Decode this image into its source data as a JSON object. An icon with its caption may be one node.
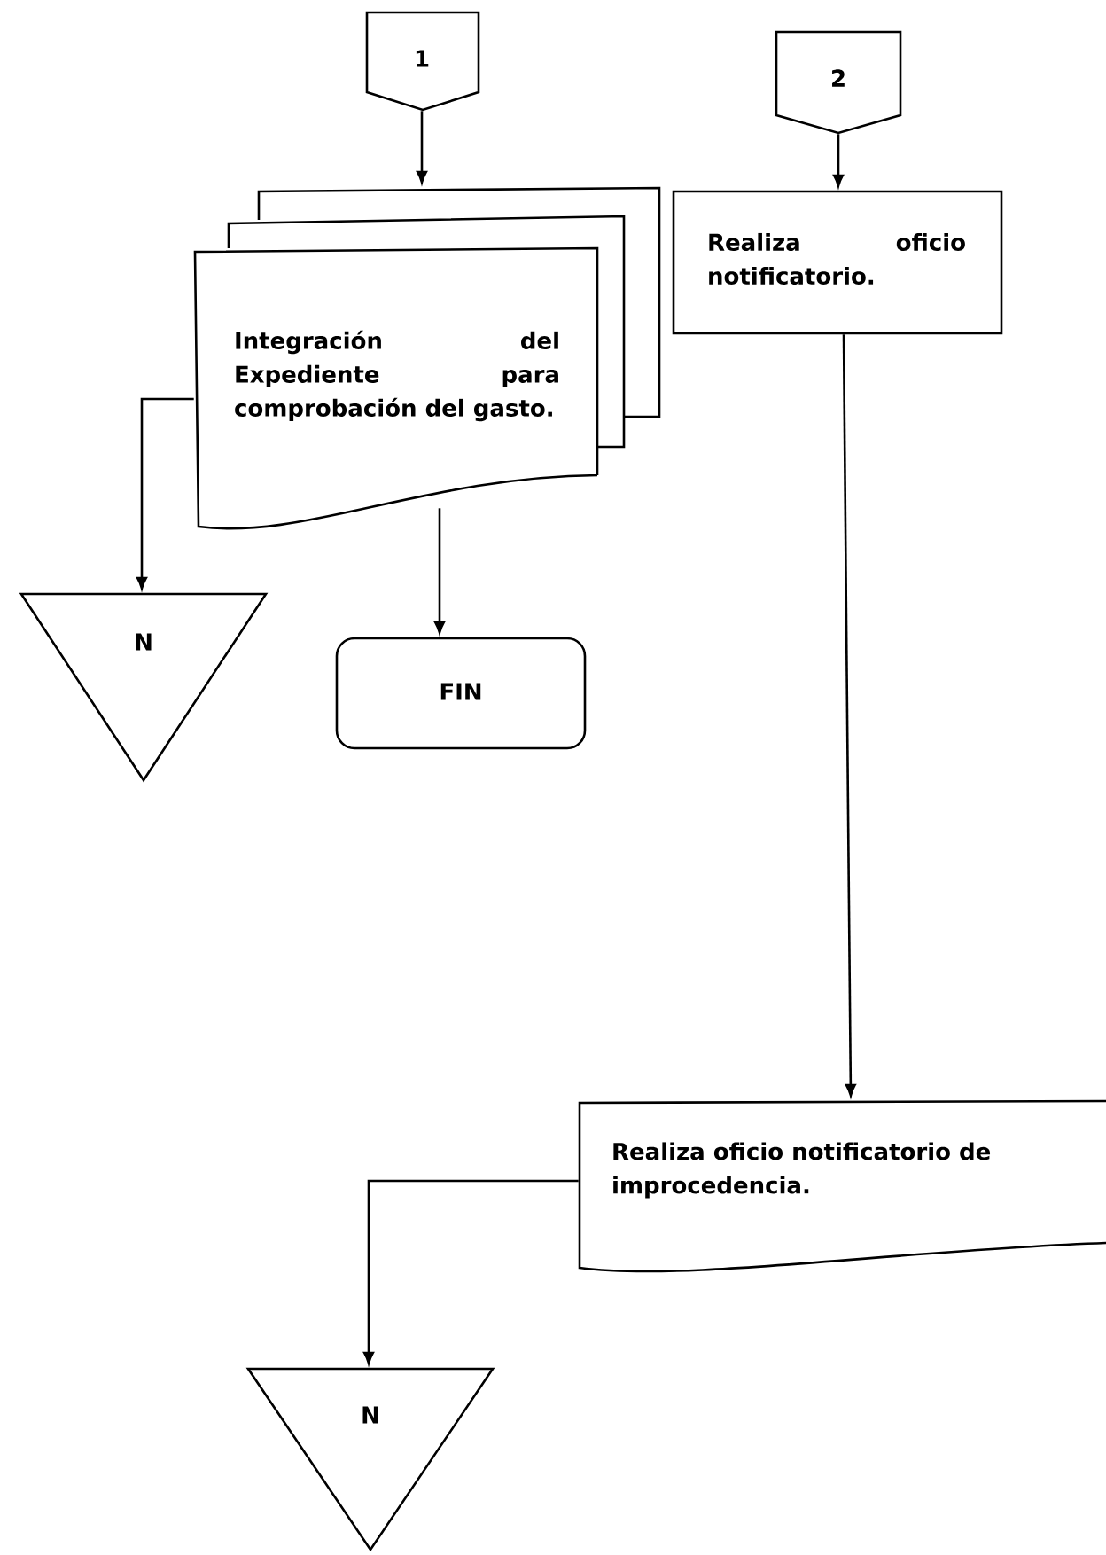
{
  "diagram": {
    "nodes": [
      {
        "text": [
          "1"
        ]
      },
      {
        "text": [
          "Integración del Expediente para comprobación del gasto."
        ]
      },
      {
        "text": [
          "2"
        ]
      },
      {
        "text": [
          "Realiza oficio notificatorio."
        ]
      },
      {
        "text": [
          "N"
        ]
      },
      {
        "text": [
          "FIN"
        ]
      },
      {
        "text": [
          "Realiza oficio notificatorio de improcedencia."
        ]
      },
      {
        "text": [
          "N"
        ]
      }
    ],
    "edges": [
      {
        "from": 0,
        "to": 1,
        "arrow": "to"
      },
      {
        "from": 2,
        "to": 3,
        "arrow": "to"
      },
      {
        "from": 1,
        "to": 4,
        "arrow": "to"
      },
      {
        "from": 1,
        "to": 5,
        "arrow": "to"
      },
      {
        "from": 3,
        "to": 6,
        "arrow": "to"
      },
      {
        "from": 6,
        "to": 7,
        "arrow": "to"
      }
    ]
  }
}
